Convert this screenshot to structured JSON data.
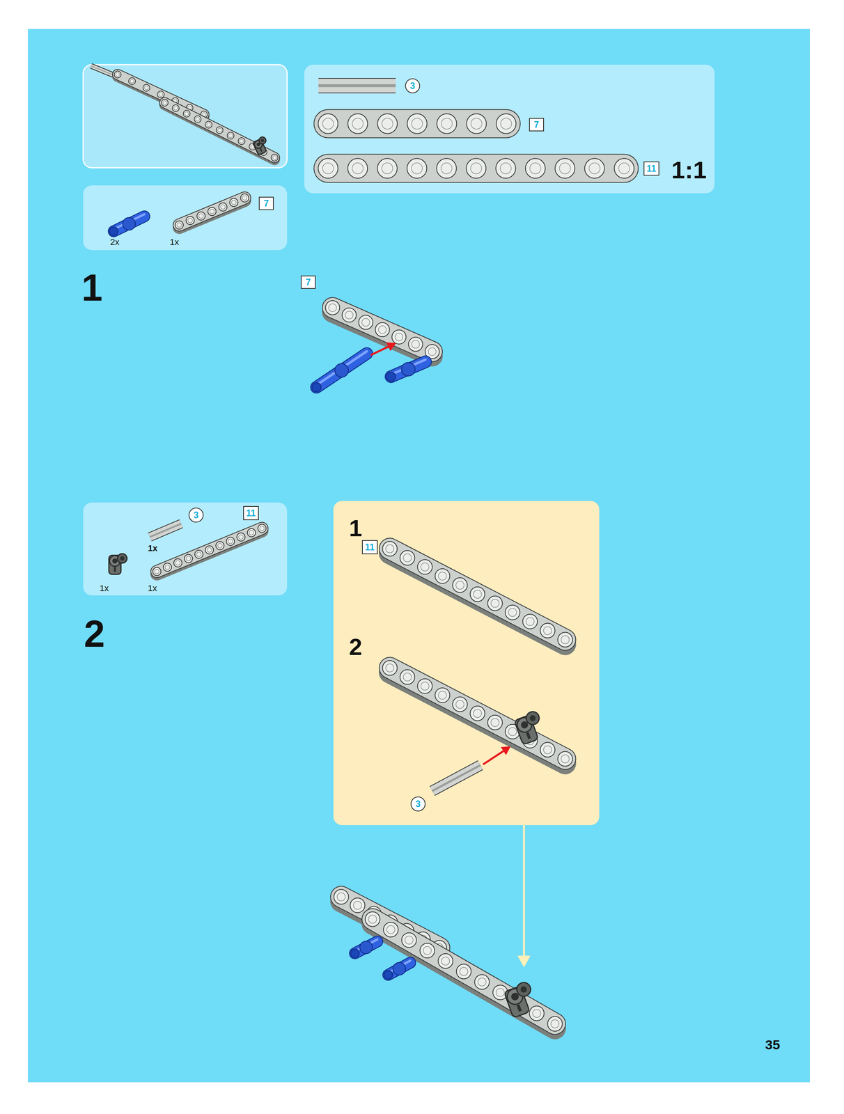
{
  "diagram": {
    "nodes": [
      {
        "text": [
          "1:1"
        ]
      },
      {
        "text": [
          "3"
        ],
        "in": 0
      },
      {
        "text": [
          "7"
        ],
        "in": 0
      },
      {
        "text": [
          "11"
        ],
        "in": 0
      },
      {
        "text": [
          "2x",
          "1x"
        ]
      },
      {
        "text": [
          "7"
        ],
        "in": 4
      },
      {
        "text": [
          "7"
        ]
      },
      {
        "text": [
          "1x",
          "1x",
          "1x"
        ]
      },
      {
        "text": [
          "3"
        ],
        "in": 7
      },
      {
        "text": [
          "11"
        ],
        "in": 7
      },
      {
        "text": [
          "1",
          "2"
        ]
      },
      {
        "text": [
          "11"
        ],
        "in": 10
      },
      {
        "text": [
          "3"
        ],
        "in": 10
      }
    ],
    "labels": [
      "1",
      "2",
      "35"
    ]
  }
}
